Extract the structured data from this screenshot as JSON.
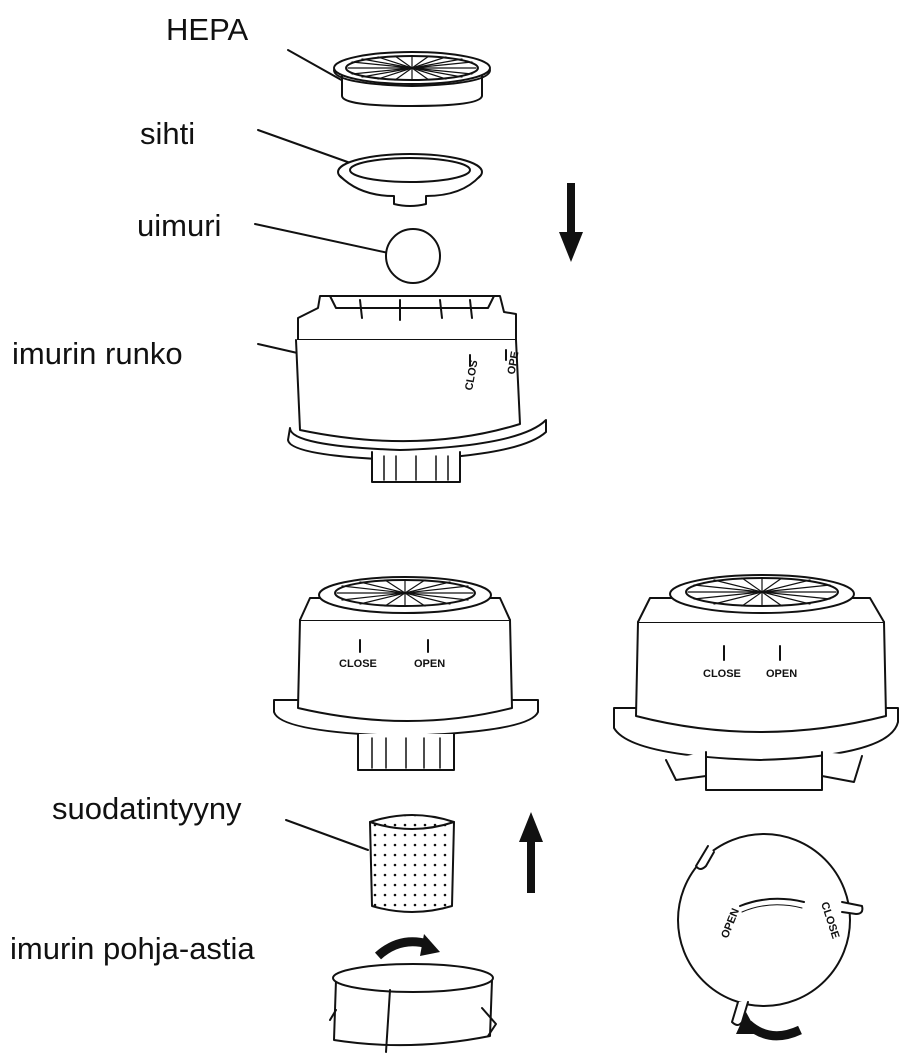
{
  "labels": {
    "hepa": "HEPA",
    "sihti": "sihti",
    "uimuri": "uimuri",
    "imurin_runko": "imurin runko",
    "suodatintyyny": "suodatintyyny",
    "imurin_pohja_astia": "imurin pohja-astia"
  },
  "markings": {
    "close": "CLOSE",
    "open": "OPEN",
    "close_partial": "CLOS",
    "open_partial": "OPE"
  },
  "colors": {
    "line": "#111111",
    "fill": "#ffffff"
  }
}
